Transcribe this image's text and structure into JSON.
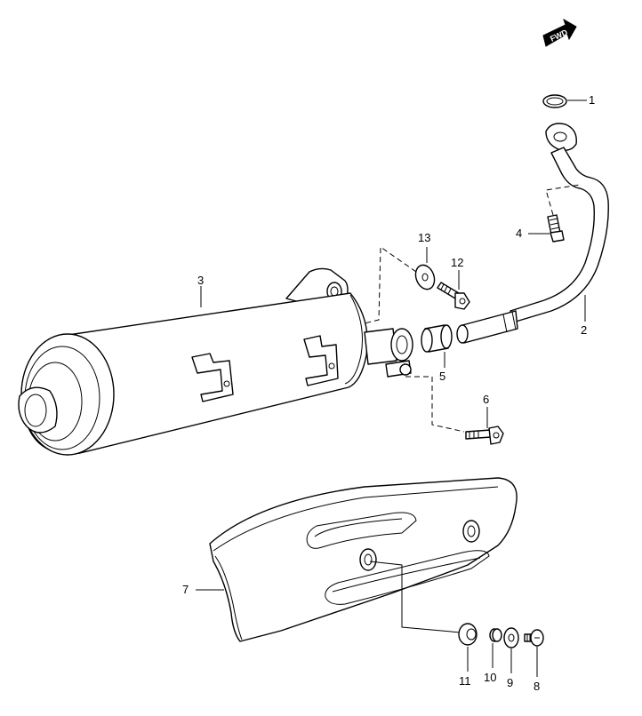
{
  "direction_badge": {
    "label": "FWD"
  },
  "callouts": {
    "c1": "1",
    "c2": "2",
    "c3": "3",
    "c4": "4",
    "c5": "5",
    "c6": "6",
    "c7": "7",
    "c8": "8",
    "c9": "9",
    "c10": "10",
    "c11": "11",
    "c12": "12",
    "c13": "13"
  },
  "colors": {
    "line": "#000000",
    "background": "#ffffff"
  }
}
